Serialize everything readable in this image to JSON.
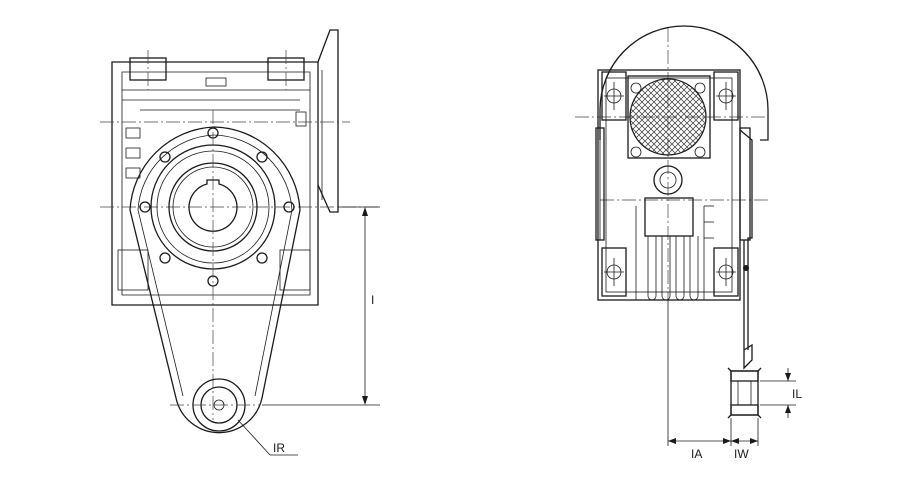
{
  "labels": {
    "I": "I",
    "IR": "IR",
    "IL": "IL",
    "IA": "IA",
    "IW": "IW"
  },
  "colors": {
    "line": "#1a1a1a",
    "background": "#ffffff"
  }
}
